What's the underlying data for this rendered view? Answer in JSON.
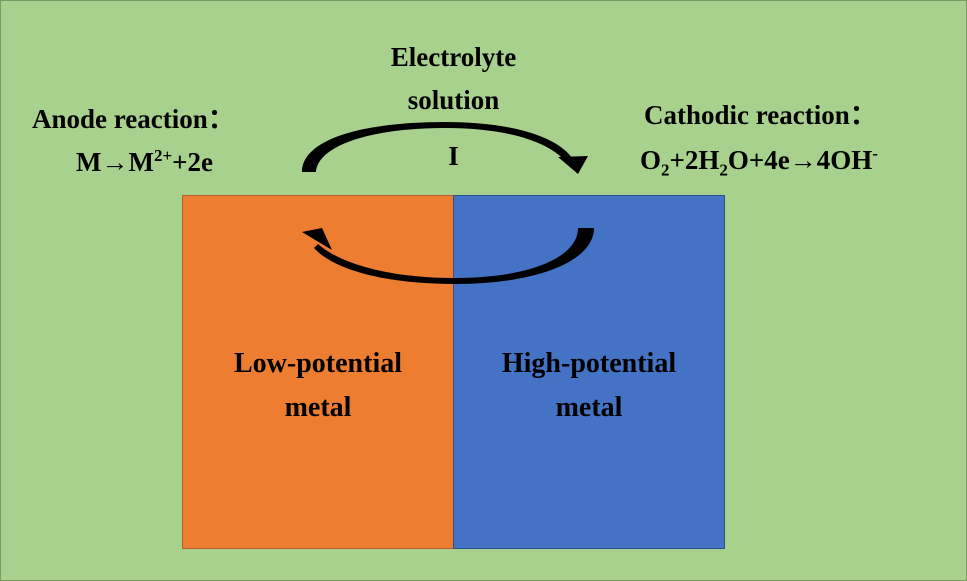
{
  "electrolyte": {
    "line1": "Electrolyte",
    "line2": "solution"
  },
  "current_label": "I",
  "anode": {
    "title": "Anode reaction：",
    "eq": {
      "a": "M→M",
      "sup": "2+",
      "b": "+2e"
    }
  },
  "cathode": {
    "title": "Cathodic reaction：",
    "eq": {
      "a": "O",
      "sub1": "2",
      "b": "+2H",
      "sub2": "2",
      "c": "O+4e→4OH",
      "sup": "-"
    }
  },
  "left_metal": {
    "line1": "Low-potential",
    "line2": "metal",
    "color": "#ed7d31"
  },
  "right_metal": {
    "line1": "High-potential",
    "line2": "metal",
    "color": "#4472c4"
  },
  "background_color": "#a9d18e"
}
